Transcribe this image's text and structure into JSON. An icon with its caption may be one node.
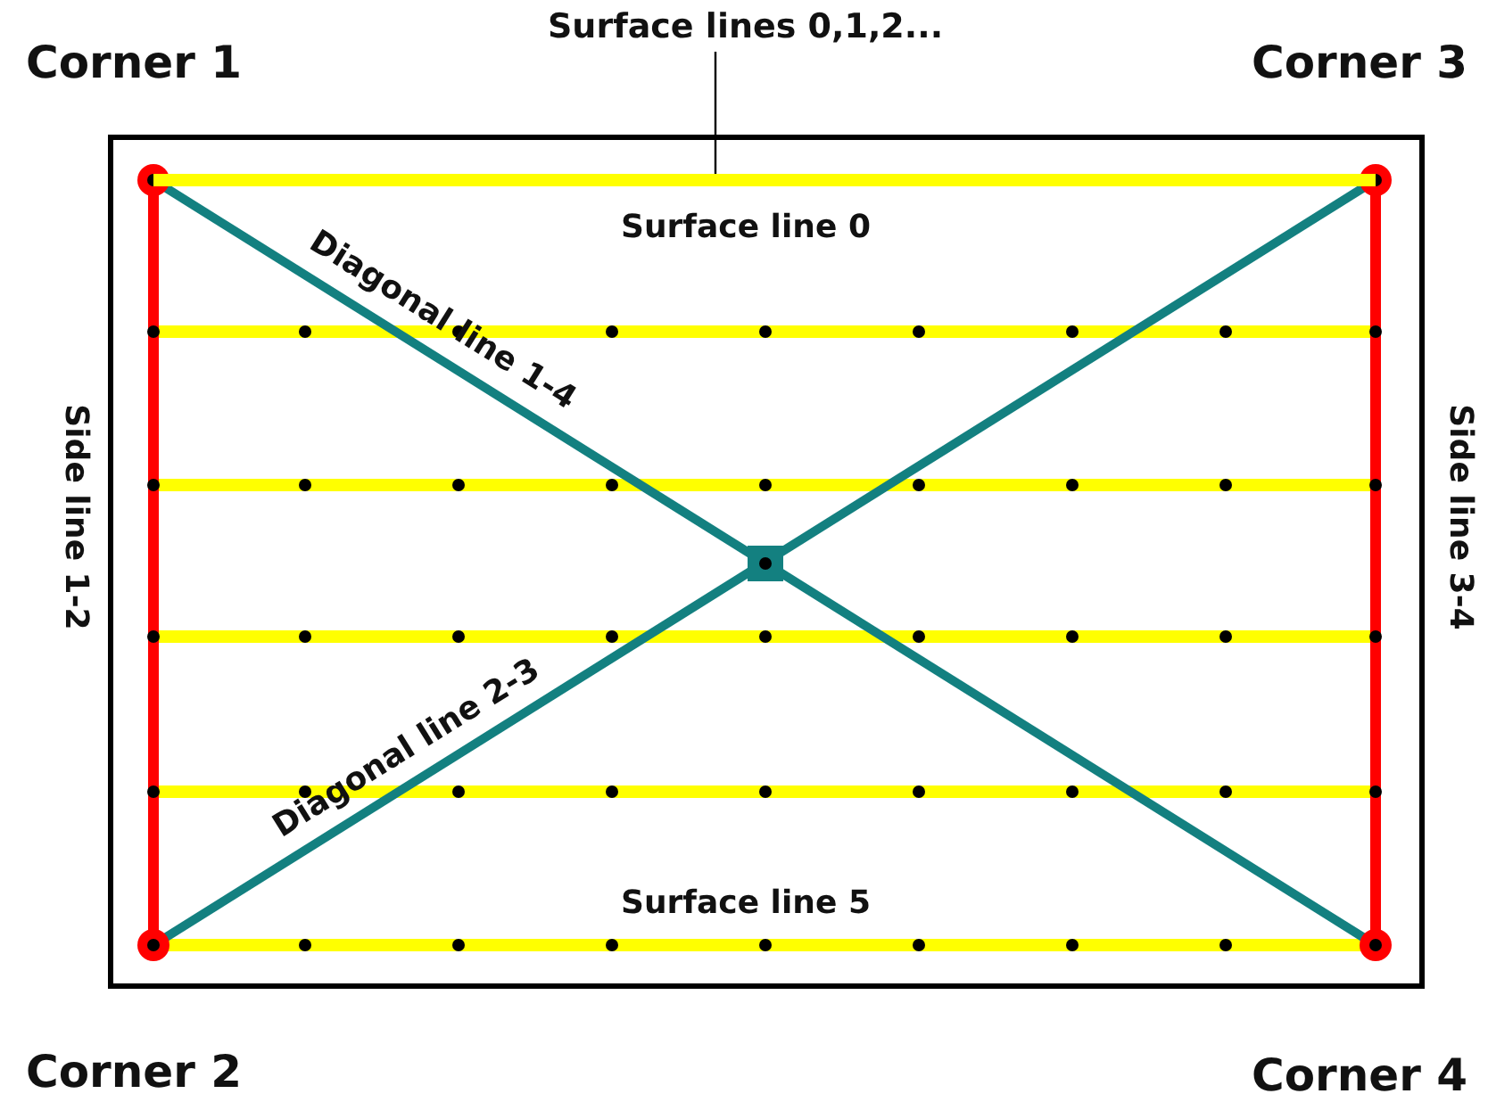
{
  "diagram": {
    "nodes": [
      {
        "text": [
          "Surface lines 0,1,2..."
        ]
      },
      {
        "text": [],
        "shape": "bar"
      }
    ],
    "edges": [
      {
        "from": 0,
        "to": 1,
        "arrow": "none"
      }
    ],
    "labels": [
      "Corner 1",
      "Corner 3",
      "Surface line 0",
      "Diagonal line 1-4",
      "Side line 1-2",
      "Side line 3-4",
      "Diagonal line 2-3",
      "Surface line 5",
      "Corner 2",
      "Corner 4"
    ]
  }
}
